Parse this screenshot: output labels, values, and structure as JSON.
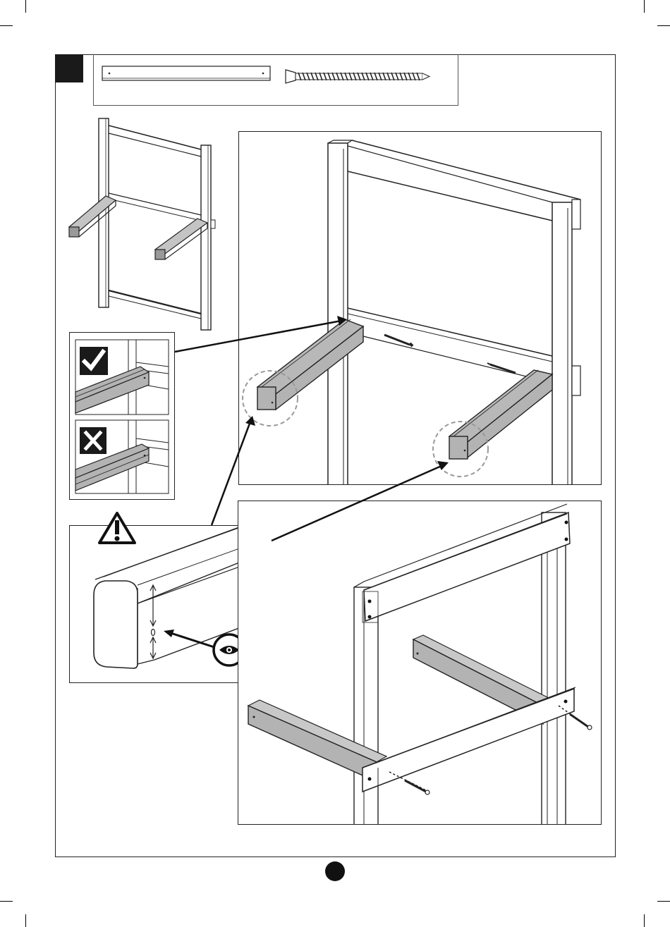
{
  "document": {
    "kind": "assembly-instruction-step",
    "step_badge": {
      "color": "#1a1a1a"
    },
    "parts": [
      {
        "icon": "wooden-slat-icon"
      },
      {
        "icon": "screw-icon"
      }
    ],
    "detail_callouts": [
      {
        "icon": "checkmark-icon",
        "meaning": "correct"
      },
      {
        "icon": "cross-icon",
        "meaning": "incorrect"
      }
    ],
    "warning": {
      "icon": "warning-triangle-icon"
    },
    "inspect": {
      "icon": "magnifier-eye-icon"
    },
    "colors": {
      "ink": "#1a1a1a",
      "beam_fill": "#b3b3b3",
      "paper": "#ffffff",
      "guide_circle": "#999999"
    }
  }
}
